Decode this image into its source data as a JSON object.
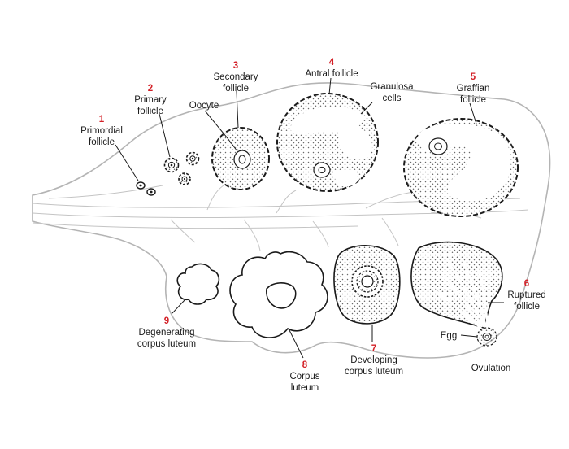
{
  "diagram": {
    "labels": {
      "primordial": {
        "number": "1",
        "lines": [
          "Primordial",
          "follicle"
        ]
      },
      "primary": {
        "number": "2",
        "lines": [
          "Primary",
          "follicle"
        ]
      },
      "secondary": {
        "number": "3",
        "lines": [
          "Secondary",
          "follicle"
        ]
      },
      "antral": {
        "number": "4",
        "lines": [
          "Antral follicle"
        ]
      },
      "graffian": {
        "number": "5",
        "lines": [
          "Graffian",
          "follicle"
        ]
      },
      "ruptured": {
        "number": "6",
        "lines": [
          "Ruptured",
          "follicle"
        ]
      },
      "developing_cl": {
        "number": "7",
        "lines": [
          "Developing",
          "corpus luteum"
        ]
      },
      "corpus_luteum": {
        "number": "8",
        "lines": [
          "Corpus",
          "luteum"
        ]
      },
      "degenerating_cl": {
        "number": "9",
        "lines": [
          "Degenerating",
          "corpus luteum"
        ]
      },
      "oocyte": {
        "lines": [
          "Oocyte"
        ]
      },
      "granulosa": {
        "lines": [
          "Granulosa",
          "cells"
        ]
      },
      "egg": {
        "lines": [
          "Egg"
        ]
      },
      "ovulation": {
        "lines": [
          "Ovulation"
        ]
      }
    },
    "colors": {
      "number": "#d32027",
      "text": "#1a1a1a",
      "ovary_outline": "#b4b4b4",
      "stipple": "#777777"
    }
  }
}
